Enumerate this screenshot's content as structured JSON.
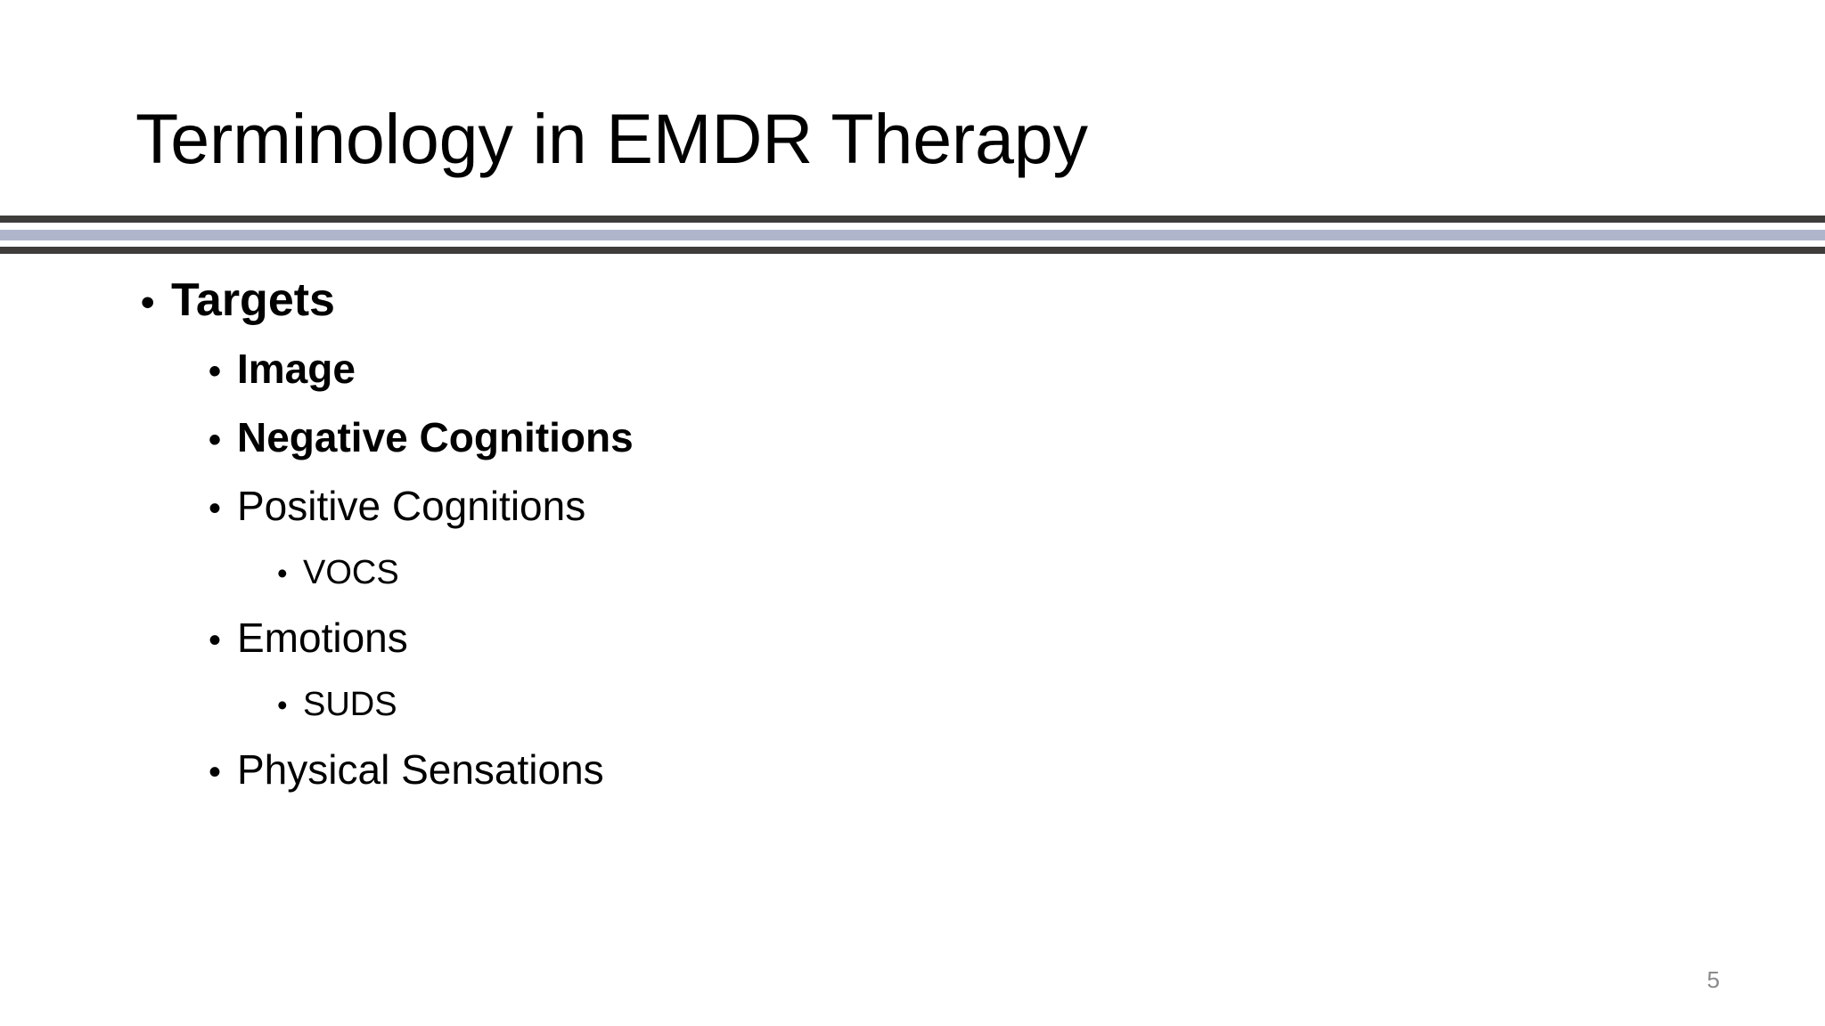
{
  "slide": {
    "title": "Terminology in EMDR Therapy",
    "background_color": "#FFFFFF",
    "title_color": "#000000",
    "slide_number": "5",
    "slide_number_color": "#8A8A8F"
  },
  "divider": {
    "top_rule_color": "#3F3C3C",
    "middle_rule_color": "#AFB6CC",
    "bottom_rule_color": "#3F3C3C"
  },
  "bullets": [
    {
      "level": 1,
      "bullet": "•",
      "text": "Targets",
      "bold": true
    },
    {
      "level": 2,
      "bullet": "•",
      "text": "Image",
      "bold": true
    },
    {
      "level": 2,
      "bullet": "•",
      "text": "Negative Cognitions",
      "bold": true
    },
    {
      "level": 2,
      "bullet": "•",
      "text": "Positive Cognitions",
      "bold": false
    },
    {
      "level": 3,
      "bullet": "•",
      "text": "VOCS",
      "bold": false
    },
    {
      "level": 2,
      "bullet": "•",
      "text": "Emotions",
      "bold": false
    },
    {
      "level": 3,
      "bullet": "•",
      "text": "SUDS",
      "bold": false
    },
    {
      "level": 2,
      "bullet": "•",
      "text": "Physical Sensations",
      "bold": false
    }
  ]
}
